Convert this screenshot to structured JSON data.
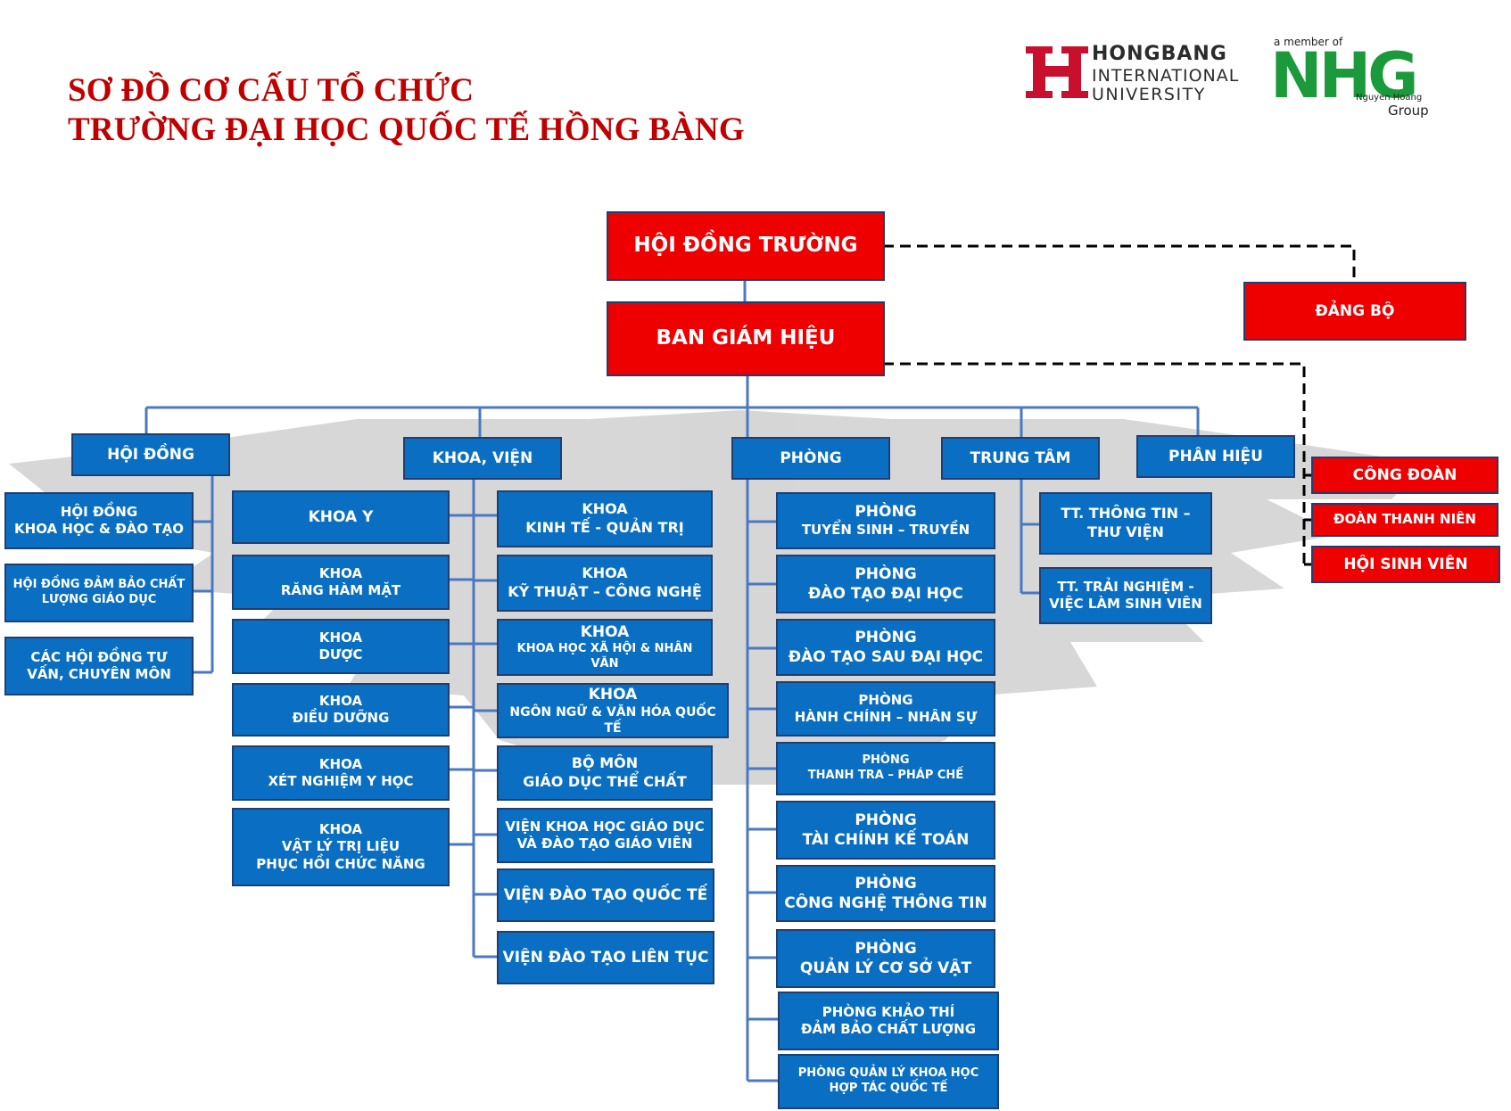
{
  "title": {
    "line1": "SƠ ĐỒ CƠ CẤU TỔ CHỨC",
    "line2": "TRƯỜNG ĐẠI HỌC QUỐC TẾ HỒNG BÀNG"
  },
  "logos": {
    "hongbang": [
      "HONGBANG",
      "INTERNATIONAL",
      "UNIVERSITY"
    ],
    "nhg_member": "a member of",
    "nhg_name": "NHG",
    "nhg_sub1": "Nguyen Hoang",
    "nhg_sub2": "Group"
  },
  "colors": {
    "title": "#c00000",
    "box_blue": "#0a6fc2",
    "box_red": "#ee0000",
    "line": "#4a79c1",
    "dash": "#000000"
  },
  "top": {
    "hoi_dong_truong": "HỘI ĐỒNG TRƯỜNG",
    "ban_giam_hieu": "BAN GIÁM HIỆU",
    "dang_bo": "ĐẢNG BỘ"
  },
  "branches": {
    "hoi_dong": "HỘI ĐỒNG",
    "khoa_vien": "KHOA, VIỆN",
    "phong": "PHÒNG",
    "trung_tam": "TRUNG TÂM",
    "phan_hieu": "PHÂN HIỆU"
  },
  "hoi_dong_items": [
    [
      "HỘI ĐỒNG",
      "KHOA HỌC & ĐÀO TẠO"
    ],
    [
      "HỘI ĐỒNG ĐẢM BẢO CHẤT",
      "LƯỢNG GIÁO DỤC"
    ],
    [
      "CÁC HỘI ĐỒNG TƯ",
      "VẤN, CHUYÊN MÔN"
    ]
  ],
  "khoa_left": [
    [
      "KHOA Y"
    ],
    [
      "KHOA",
      "RĂNG HÀM MẶT"
    ],
    [
      "KHOA",
      "DƯỢC"
    ],
    [
      "KHOA",
      "ĐIỀU DƯỠNG"
    ],
    [
      "KHOA",
      "XÉT NGHIỆM Y HỌC"
    ],
    [
      "KHOA",
      "VẬT LÝ TRỊ LIỆU",
      "PHỤC HỒI CHỨC NĂNG"
    ]
  ],
  "khoa_right": [
    [
      "KHOA",
      "KINH TẾ - QUẢN TRỊ"
    ],
    [
      "KHOA",
      "KỸ THUẬT – CÔNG NGHỆ"
    ],
    [
      "KHOA",
      "KHOA HỌC XÃ HỘI & NHÂN VĂN"
    ],
    [
      "KHOA",
      "NGÔN NGỮ &  VĂN HÓA QUỐC TẾ"
    ],
    [
      "BỘ MÔN",
      "GIÁO DỤC THỂ CHẤT"
    ],
    [
      "VIỆN KHOA HỌC GIÁO DỤC",
      "VÀ ĐÀO TẠO GIÁO VIÊN"
    ],
    [
      "VIỆN ĐÀO TẠO QUỐC TẾ"
    ],
    [
      "VIỆN ĐÀO TẠO LIÊN TỤC"
    ]
  ],
  "phong_items": [
    [
      "PHÒNG",
      "TUYỂN SINH – TRUYỀN"
    ],
    [
      "PHÒNG",
      "ĐÀO TẠO ĐẠI HỌC"
    ],
    [
      "PHÒNG",
      "ĐÀO TẠO SAU ĐẠI HỌC"
    ],
    [
      "PHÒNG",
      "HÀNH CHÍNH – NHÂN SỰ"
    ],
    [
      "PHÒNG",
      "THANH TRA – PHÁP CHẾ"
    ],
    [
      "PHÒNG",
      "TÀI CHÍNH KẾ TOÁN"
    ],
    [
      "PHÒNG",
      "CÔNG NGHỆ THÔNG TIN"
    ],
    [
      "PHÒNG",
      "QUẢN LÝ CƠ SỞ VẬT"
    ],
    [
      "PHÒNG KHẢO THÍ",
      "ĐẢM BẢO CHẤT LƯỢNG"
    ],
    [
      "PHÒNG QUẢN LÝ KHOA HỌC",
      "HỢP TÁC QUỐC TẾ"
    ]
  ],
  "trung_tam_items": [
    [
      "TT. THÔNG TIN –",
      "THƯ VIỆN"
    ],
    [
      "TT. TRẢI NGHIỆM -",
      "VIỆC LÀM SINH VIÊN"
    ]
  ],
  "doan_the": [
    "CÔNG ĐOÀN",
    "ĐOÀN THANH NIÊN",
    "HỘI SINH VIÊN"
  ]
}
